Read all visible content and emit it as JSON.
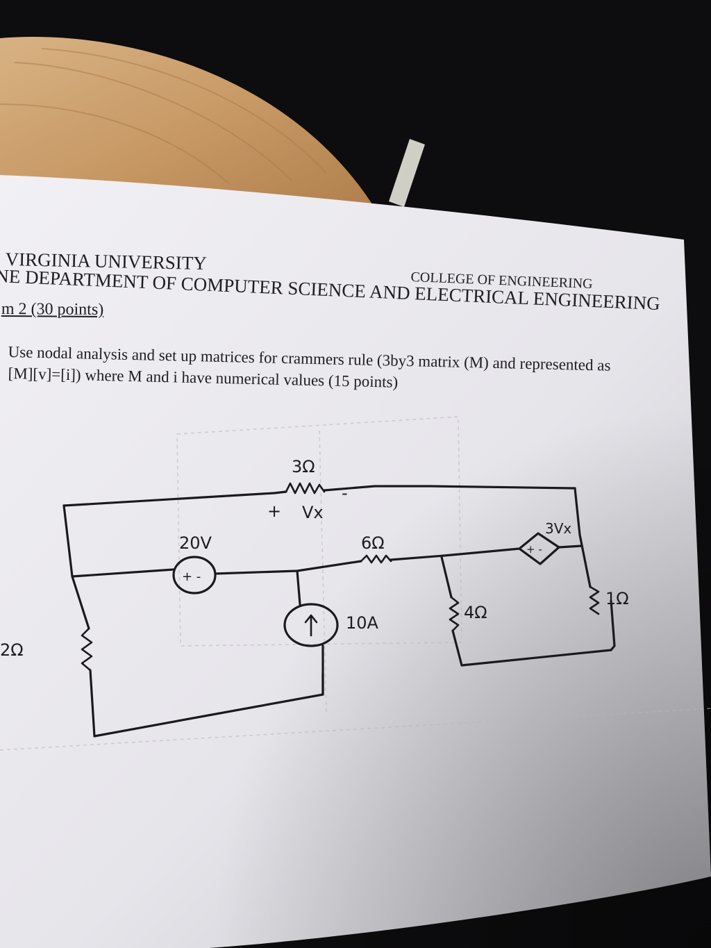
{
  "header": {
    "university": "VIRGINIA UNIVERSITY",
    "college": "COLLEGE OF ENGINEERING",
    "department": "NE DEPARTMENT OF COMPUTER SCIENCE AND ELECTRICAL ENGINEERING"
  },
  "problem": {
    "title": "m 2 (30 points)",
    "line1": "Use nodal analysis and set up matrices for crammers rule (3by3 matrix (M) and represented as",
    "line2": "[M][v]=[i]) where M and i have numerical values (15 points)"
  },
  "circuit": {
    "labels": {
      "r3": "3Ω",
      "vx_plus": "+",
      "vx": "Vx",
      "vx_minus": "-",
      "v20": "20V",
      "r6": "6Ω",
      "dep": "3Vx",
      "dep_sign": "+ -",
      "src_sign": "+ -",
      "i10": "10A",
      "r4": "4Ω",
      "r1": "1Ω",
      "r2": "2Ω"
    },
    "colors": {
      "ink": "#1a1a1c",
      "paper": "#ecebef",
      "wood": "#c99c6a",
      "background": "#0d0c0e"
    }
  }
}
